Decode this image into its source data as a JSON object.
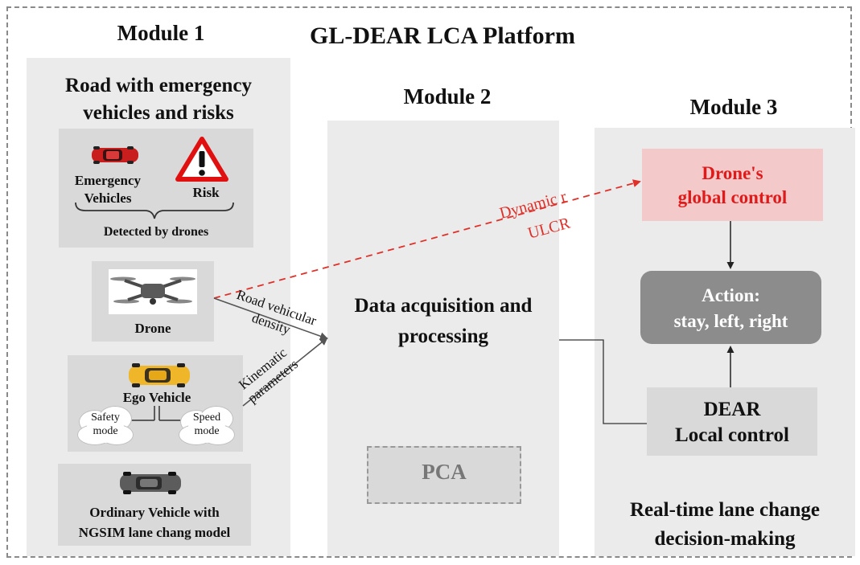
{
  "title": "GL-DEAR LCA Platform",
  "module1": {
    "heading": "Module 1",
    "road_title_line1": "Road with emergency",
    "road_title_line2": "vehicles and risks",
    "emergency_line1": "Emergency",
    "emergency_line2": "Vehicles",
    "risk_label": "Risk",
    "detected_label": "Detected by drones",
    "drone_label": "Drone",
    "ego_label": "Ego Vehicle",
    "safety_line1": "Safety",
    "safety_line2": "mode",
    "speed_line1": "Speed",
    "speed_line2": "mode",
    "ordinary_line1": "Ordinary Vehicle with",
    "ordinary_line2": "NGSIM lane chang model"
  },
  "module2": {
    "heading": "Module 2",
    "data_line1": "Data acquisition and",
    "data_line2": "processing",
    "pca_label": "PCA"
  },
  "module3": {
    "heading": "Module 3",
    "global_line1": "Drone's",
    "global_line2": "global control",
    "action_line1": "Action:",
    "action_line2": "stay, left, right",
    "dear_line1": "DEAR",
    "dear_line2": "Local control",
    "realtime_line1": "Real-time lane change",
    "realtime_line2": "decision-making"
  },
  "arrows": {
    "dynamic_label": "Dynamic r",
    "ulcr_label": "ULCR",
    "road_line1": "Road vehicular",
    "road_line2": "density",
    "kin_line1": "Kinematic",
    "kin_line2": "parameters"
  },
  "colors": {
    "dashed_red": "#e0302a",
    "global_box": "#f4c9c9",
    "action_box": "#8c8c8c",
    "panel": "#ebebeb",
    "subpanel": "#d9d9d9"
  }
}
